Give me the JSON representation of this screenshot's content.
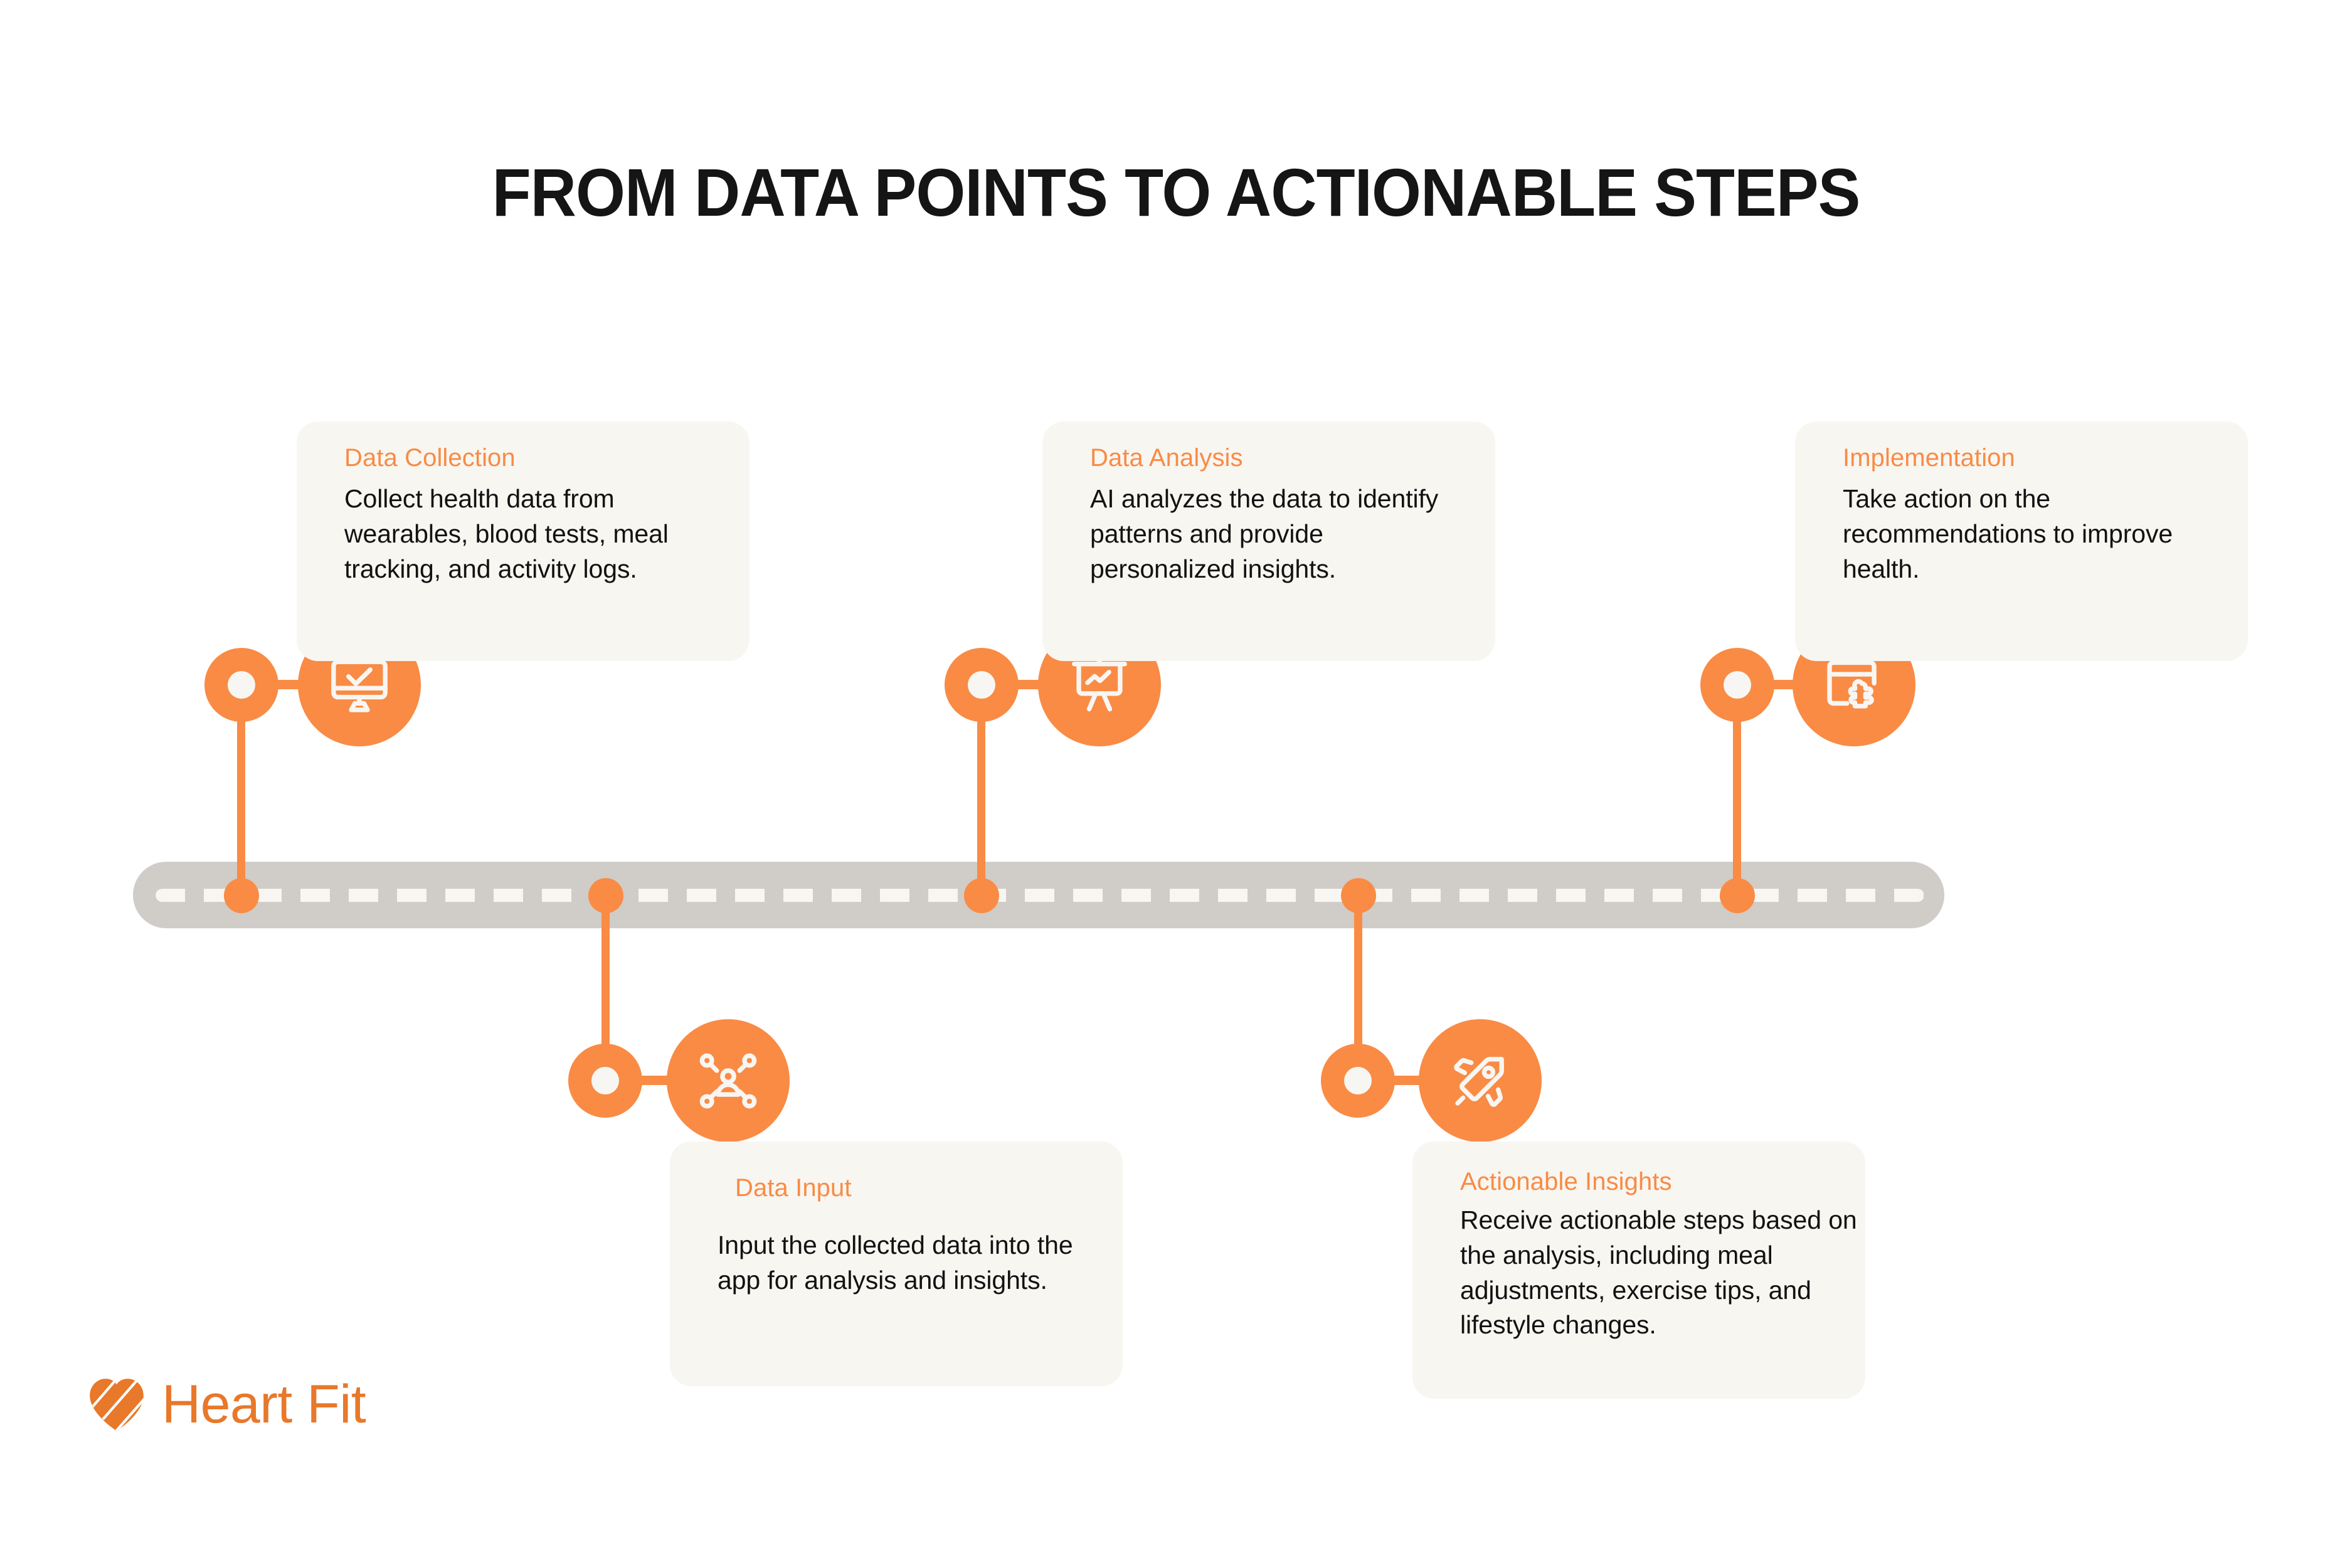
{
  "page": {
    "title": "FROM DATA POINTS TO ACTIONABLE STEPS",
    "background_color": "#FFFFFF"
  },
  "colors": {
    "accent_orange": "#F98B45",
    "logo_orange": "#E8782A",
    "card_background": "#F8F6F1",
    "road_gray": "#D0CCC7",
    "road_dash": "#F8F6F2",
    "body_text": "#121212",
    "title_text": "#151515"
  },
  "timeline": {
    "orientation": "horizontal",
    "road_label": "timeline-road",
    "steps": [
      {
        "id": "data-collection",
        "order": 1,
        "position": "above",
        "title": "Data Collection",
        "body": "Collect health data from wearables, blood tests, meal tracking, and activity logs.",
        "icon": "desktop-check-icon"
      },
      {
        "id": "data-input",
        "order": 2,
        "position": "below",
        "title": "Data Input",
        "body": "Input the collected data into the app for analysis and insights.",
        "icon": "user-network-icon"
      },
      {
        "id": "data-analysis",
        "order": 3,
        "position": "above",
        "title": "Data Analysis",
        "body": "AI analyzes the data to identify patterns and provide personalized insights.",
        "icon": "presentation-chart-icon"
      },
      {
        "id": "actionable-insights",
        "order": 4,
        "position": "below",
        "title": "Actionable Insights",
        "body": "Receive actionable steps based on the analysis, including meal adjustments, exercise tips, and lifestyle changes.",
        "icon": "rocket-icon"
      },
      {
        "id": "implementation",
        "order": 5,
        "position": "above",
        "title": "Implementation",
        "body": "Take action on the recommendations to improve health.",
        "icon": "window-puzzle-icon"
      }
    ]
  },
  "logo": {
    "name": "Heart Fit",
    "mark": "heart-icon"
  }
}
